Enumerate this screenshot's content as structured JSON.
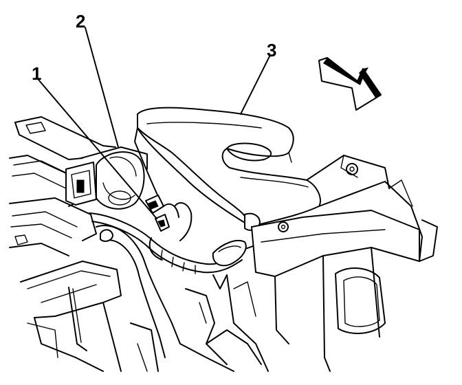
{
  "callouts": [
    {
      "id": "1",
      "label": "1"
    },
    {
      "id": "2",
      "label": "2"
    },
    {
      "id": "3",
      "label": "3"
    }
  ],
  "icons": {
    "direction_arrow": "front-of-vehicle-arrow-icon"
  },
  "colors": {
    "line": "#000000",
    "background": "#ffffff"
  }
}
